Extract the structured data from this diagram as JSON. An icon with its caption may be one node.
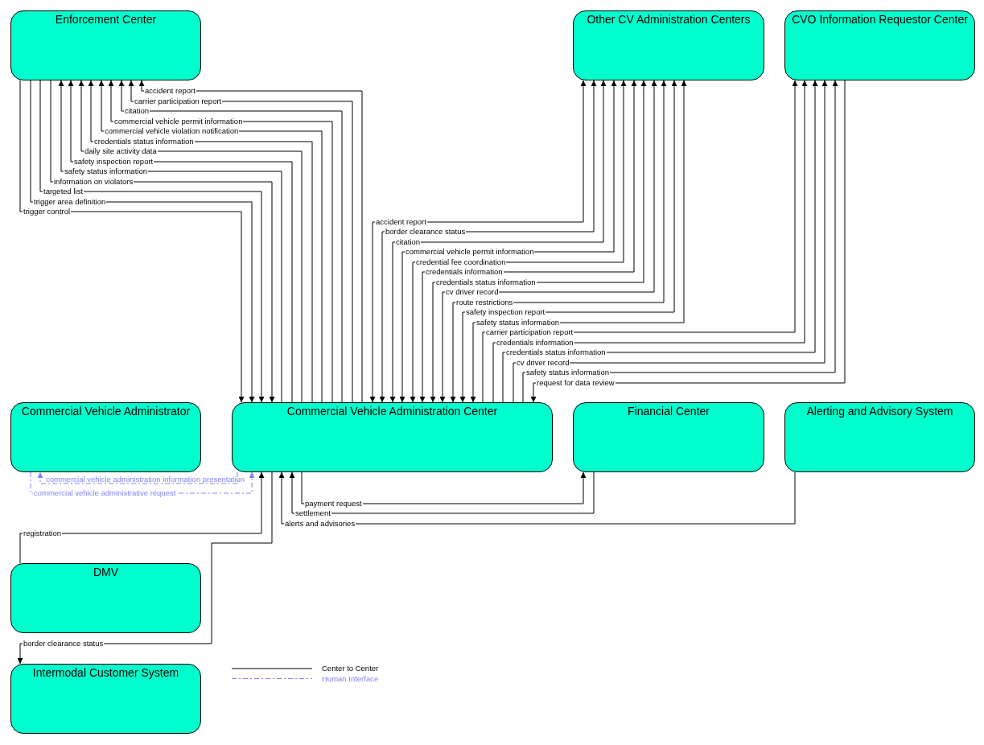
{
  "diagram": {
    "nodes": [
      {
        "text": [
          "Enforcement Center"
        ]
      },
      {
        "text": [
          "Other CV Administration Centers"
        ]
      },
      {
        "text": [
          "CVO Information Requestor Center"
        ]
      },
      {
        "text": [
          "Commercial Vehicle Administrator"
        ]
      },
      {
        "text": [
          "Commercial Vehicle Administration Center"
        ]
      },
      {
        "text": [
          "Financial Center"
        ]
      },
      {
        "text": [
          "Alerting and Advisory System"
        ]
      },
      {
        "text": [
          "DMV"
        ]
      },
      {
        "text": [
          "Intermodal Customer System"
        ]
      }
    ],
    "edges": [
      {
        "from": 4,
        "to": 0,
        "arrow": "to",
        "label": "accident report"
      },
      {
        "from": 4,
        "to": 0,
        "arrow": "to",
        "label": "carrier participation report"
      },
      {
        "from": 4,
        "to": 0,
        "arrow": "to",
        "label": "citation"
      },
      {
        "from": 4,
        "to": 0,
        "arrow": "to",
        "label": "commercial vehicle permit information"
      },
      {
        "from": 4,
        "to": 0,
        "arrow": "to",
        "label": "commercial vehicle violation notification"
      },
      {
        "from": 4,
        "to": 0,
        "arrow": "to",
        "label": "credentials status information"
      },
      {
        "from": 4,
        "to": 0,
        "arrow": "to",
        "label": "daily site activity data"
      },
      {
        "from": 4,
        "to": 0,
        "arrow": "to",
        "label": "safety inspection report"
      },
      {
        "from": 4,
        "to": 0,
        "arrow": "to",
        "label": "safety status information"
      },
      {
        "from": 0,
        "to": 4,
        "arrow": "to",
        "label": "information on violators"
      },
      {
        "from": 0,
        "to": 4,
        "arrow": "to",
        "label": "targeted list"
      },
      {
        "from": 0,
        "to": 4,
        "arrow": "to",
        "label": "trigger area definition"
      },
      {
        "from": 0,
        "to": 4,
        "arrow": "to",
        "label": "trigger control"
      },
      {
        "from": 4,
        "to": 1,
        "arrow": "both",
        "label": "accident report"
      },
      {
        "from": 4,
        "to": 1,
        "arrow": "both",
        "label": "border clearance status"
      },
      {
        "from": 4,
        "to": 1,
        "arrow": "both",
        "label": "citation"
      },
      {
        "from": 4,
        "to": 1,
        "arrow": "both",
        "label": "commercial vehicle permit information"
      },
      {
        "from": 4,
        "to": 1,
        "arrow": "both",
        "label": "credential fee coordination"
      },
      {
        "from": 4,
        "to": 1,
        "arrow": "both",
        "label": "credentials information"
      },
      {
        "from": 4,
        "to": 1,
        "arrow": "both",
        "label": "credentials status information"
      },
      {
        "from": 4,
        "to": 1,
        "arrow": "both",
        "label": "cv driver record"
      },
      {
        "from": 4,
        "to": 1,
        "arrow": "both",
        "label": "route restrictions"
      },
      {
        "from": 4,
        "to": 1,
        "arrow": "both",
        "label": "safety inspection report"
      },
      {
        "from": 4,
        "to": 1,
        "arrow": "both",
        "label": "safety status information"
      },
      {
        "from": 4,
        "to": 2,
        "arrow": "to",
        "label": "carrier participation report"
      },
      {
        "from": 4,
        "to": 2,
        "arrow": "to",
        "label": "credentials information"
      },
      {
        "from": 4,
        "to": 2,
        "arrow": "to",
        "label": "credentials status information"
      },
      {
        "from": 4,
        "to": 2,
        "arrow": "to",
        "label": "cv driver record"
      },
      {
        "from": 4,
        "to": 2,
        "arrow": "to",
        "label": "safety status information"
      },
      {
        "from": 2,
        "to": 4,
        "arrow": "to",
        "label": "request for data review"
      },
      {
        "from": 4,
        "to": 3,
        "arrow": "to",
        "label": "commercial vehicle administration information presentation",
        "style": "dashed",
        "color": "#8080ff"
      },
      {
        "from": 3,
        "to": 4,
        "arrow": "to",
        "label": "commercial vehicle administrative request",
        "style": "dashed",
        "color": "#8080ff"
      },
      {
        "from": 7,
        "to": 4,
        "arrow": "to",
        "label": "registration"
      },
      {
        "from": 4,
        "to": 8,
        "arrow": "to",
        "label": "border clearance status"
      },
      {
        "from": 4,
        "to": 5,
        "arrow": "to",
        "label": "payment request"
      },
      {
        "from": 5,
        "to": 4,
        "arrow": "to",
        "label": "settlement"
      },
      {
        "from": 6,
        "to": 4,
        "arrow": "to",
        "label": "alerts and advisories"
      }
    ],
    "legend": [
      {
        "text": "Center to Center"
      },
      {
        "text": "Human Interface"
      }
    ]
  }
}
